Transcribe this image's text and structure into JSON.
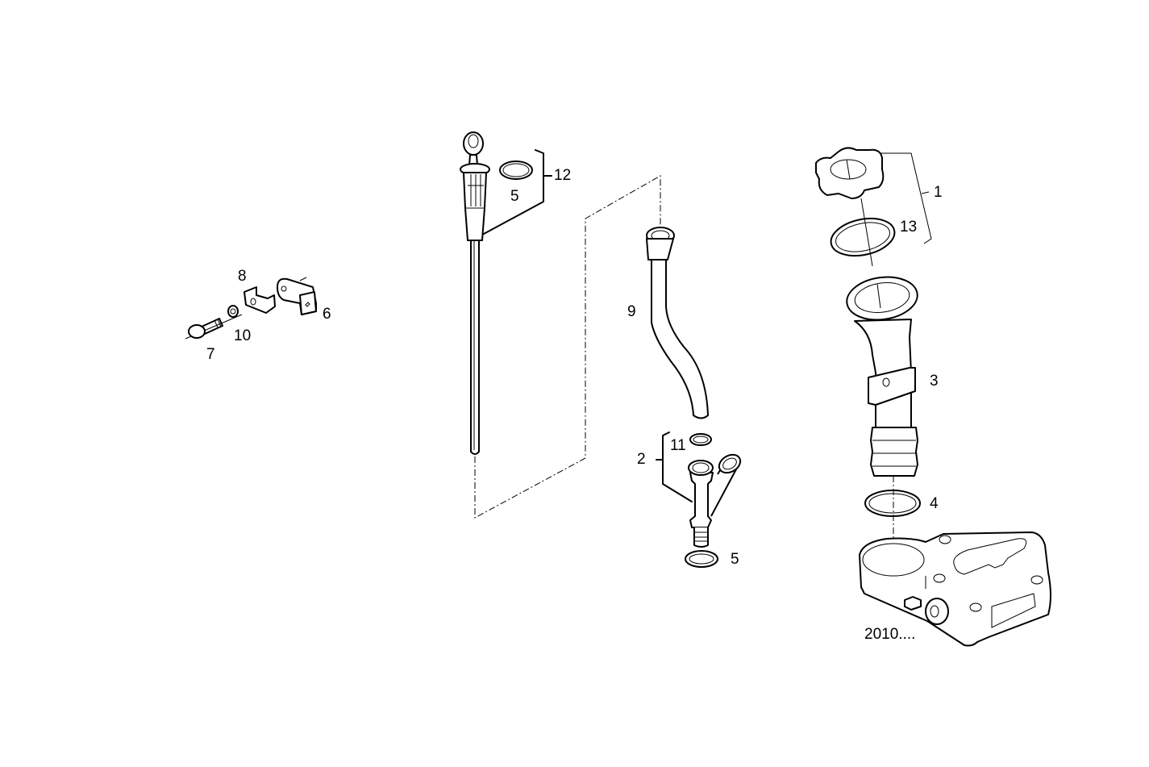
{
  "diagram": {
    "type": "exploded-parts-view",
    "background": "#ffffff",
    "line_color": "#000000",
    "callouts": [
      {
        "id": "1",
        "text": "1",
        "part": "filler-cap-assembly"
      },
      {
        "id": "2",
        "text": "2",
        "part": "y-branch-pipe-assembly"
      },
      {
        "id": "3",
        "text": "3",
        "part": "oil-filler-neck"
      },
      {
        "id": "4",
        "text": "4",
        "part": "o-ring"
      },
      {
        "id": "5a",
        "text": "5",
        "part": "o-ring-dipstick"
      },
      {
        "id": "5b",
        "text": "5",
        "part": "o-ring-branch-pipe"
      },
      {
        "id": "6",
        "text": "6",
        "part": "bracket"
      },
      {
        "id": "7",
        "text": "7",
        "part": "bolt"
      },
      {
        "id": "8",
        "text": "8",
        "part": "clip"
      },
      {
        "id": "9",
        "text": "9",
        "part": "dipstick-guide-tube"
      },
      {
        "id": "10",
        "text": "10",
        "part": "washer"
      },
      {
        "id": "11",
        "text": "11",
        "part": "o-ring-small"
      },
      {
        "id": "12",
        "text": "12",
        "part": "dipstick-assembly"
      },
      {
        "id": "13",
        "text": "13",
        "part": "cap-seal"
      }
    ],
    "reference_note": "2010...."
  }
}
